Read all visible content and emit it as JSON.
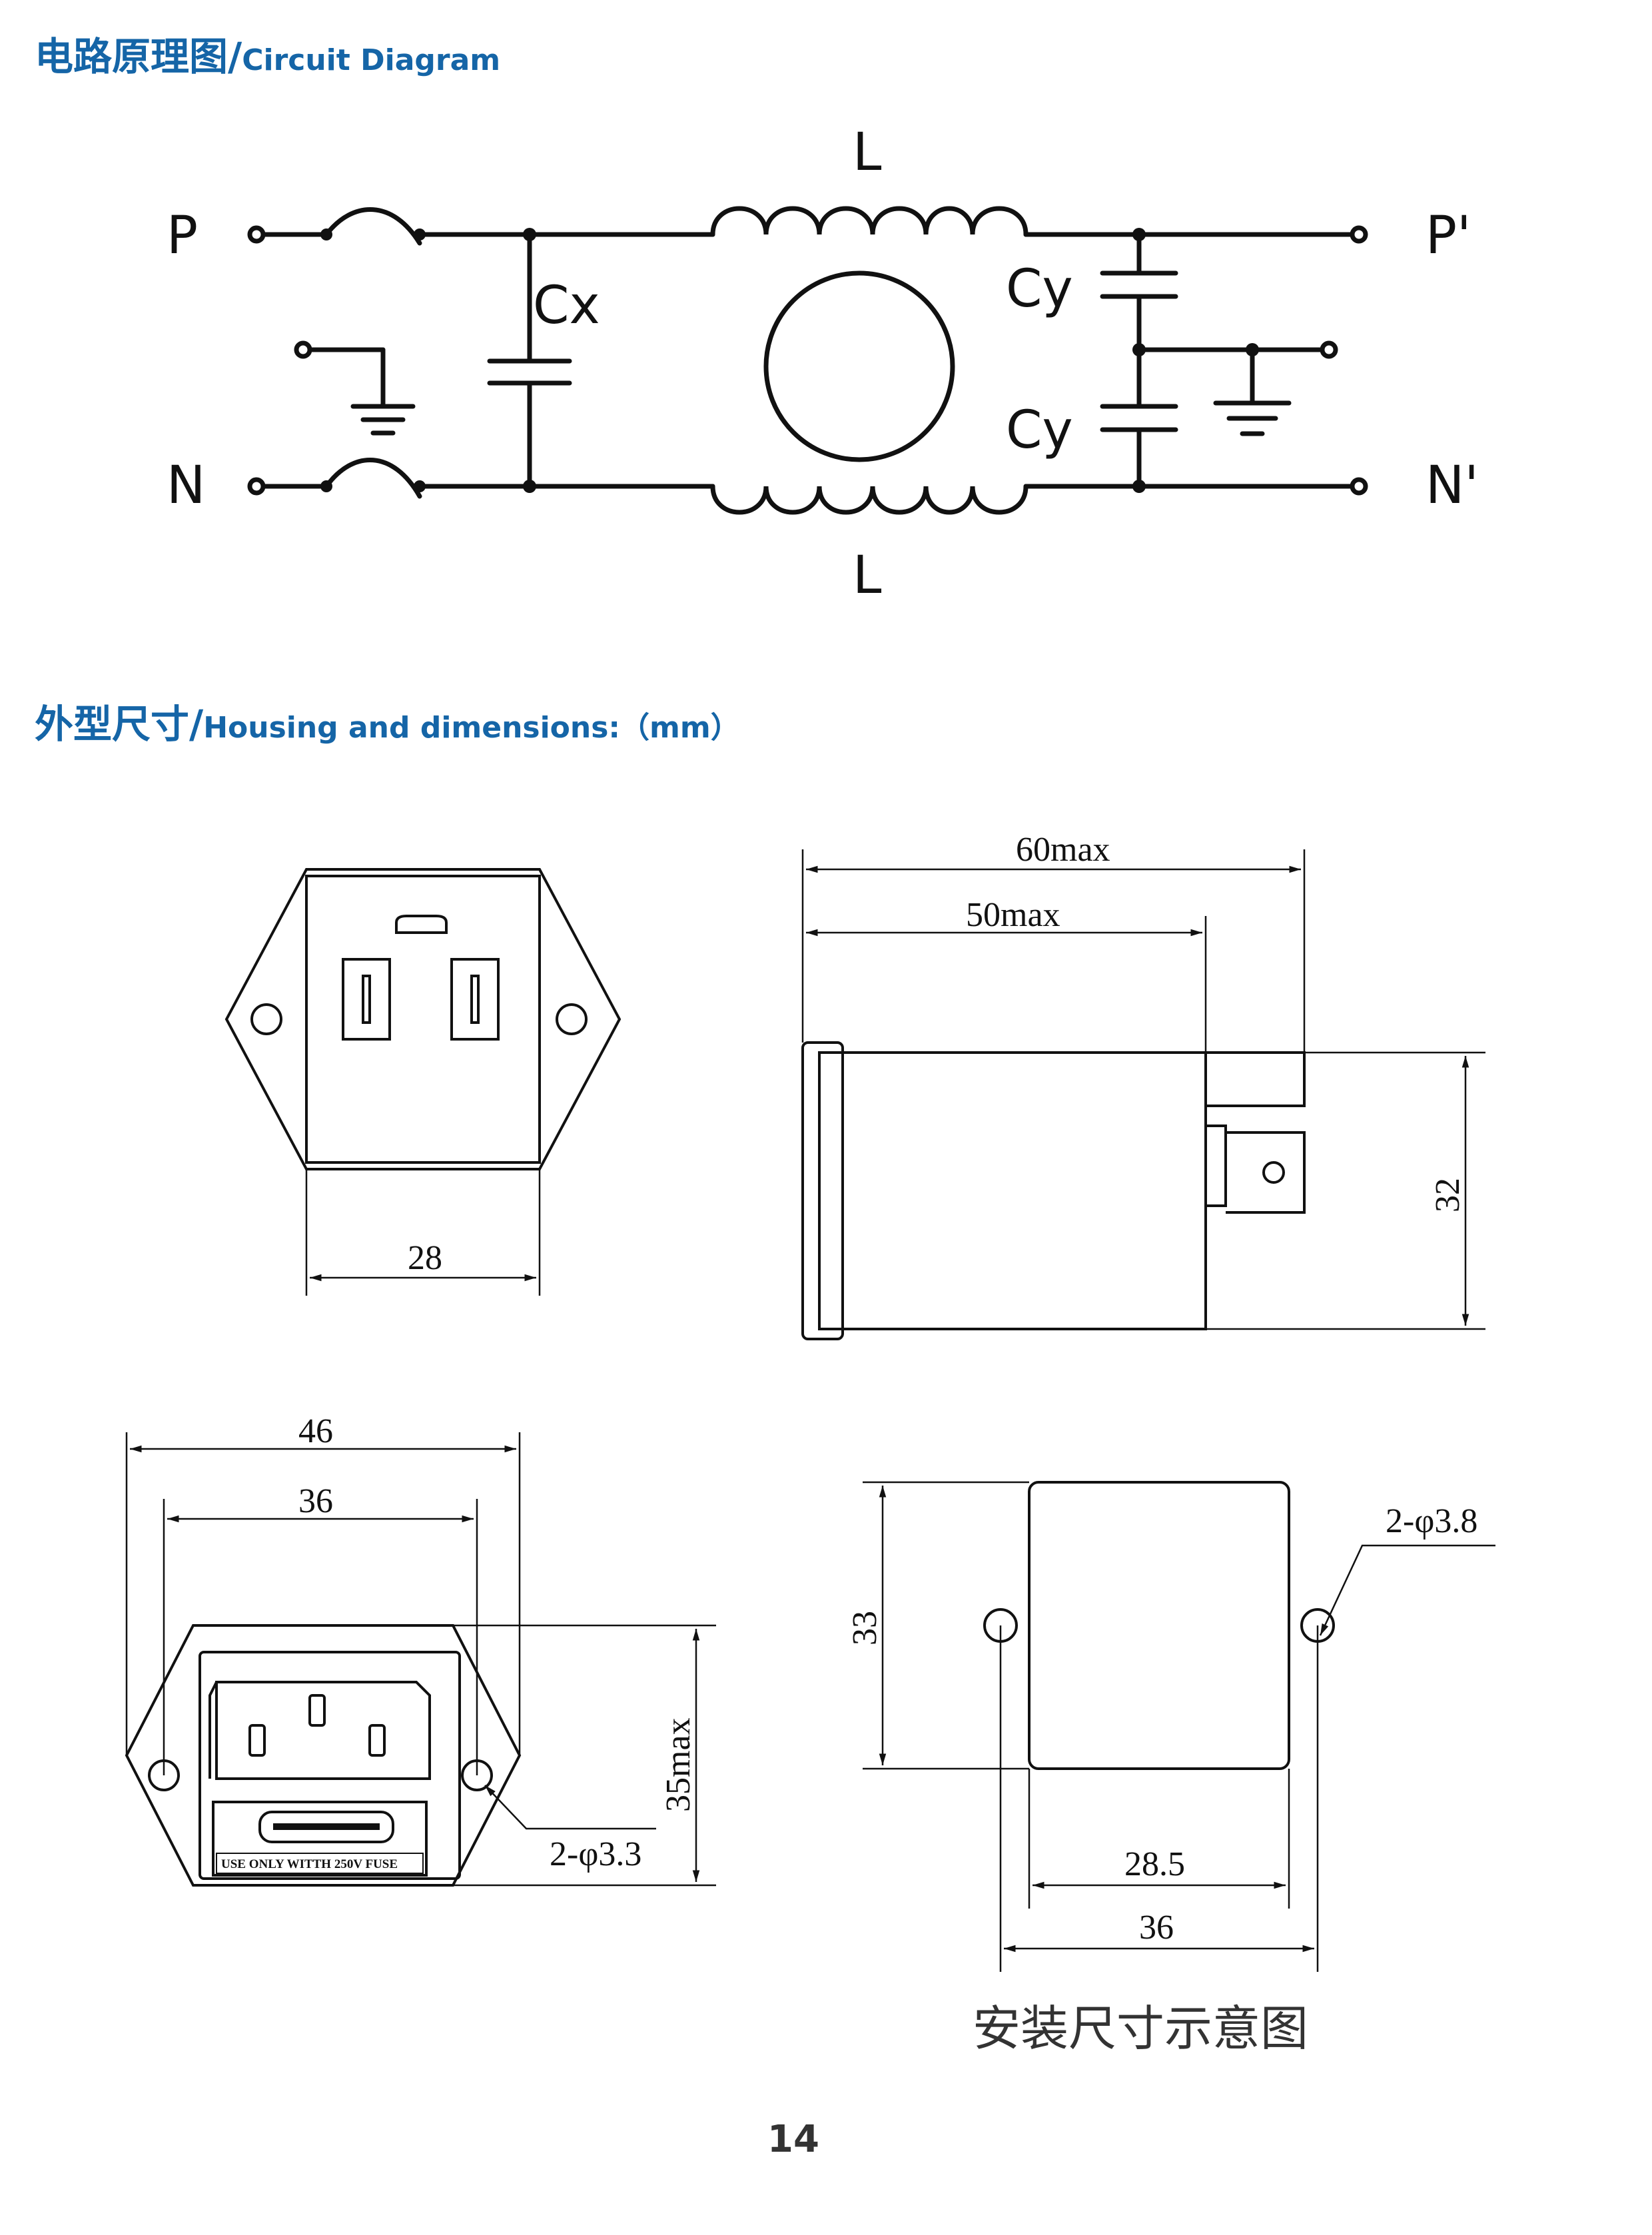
{
  "sections": {
    "circuit": {
      "title_zh": "电路原理图",
      "separator": "/",
      "title_en": "Circuit Diagram"
    },
    "housing": {
      "title_zh": "外型尺寸",
      "separator": "/",
      "title_en": "Housing and dimensions:（mm）"
    }
  },
  "circuit": {
    "terminal_p": "P",
    "terminal_n": "N",
    "terminal_p_out": "P'",
    "terminal_n_out": "N'",
    "inductor_top": "L",
    "inductor_bottom": "L",
    "cap_x": "Cx",
    "cap_y_top": "Cy",
    "cap_y_bottom": "Cy"
  },
  "front_view": {
    "width": "28"
  },
  "side_view": {
    "length_max": "60max",
    "body_max": "50max",
    "height": "32"
  },
  "panel_view": {
    "overall_width": "46",
    "hole_spacing": "36",
    "height_max": "35max",
    "holes": "2-φ3.3",
    "fuse_label": "USE  ONLY  WITTH  250V  FUSE"
  },
  "cutout_view": {
    "height": "33",
    "cutout_width": "28.5",
    "hole_spacing": "36",
    "holes": "2-φ3.8",
    "caption": "安装尺寸示意图"
  },
  "page_number": "14",
  "colors": {
    "heading": "#1565a7",
    "line": "#111111"
  }
}
